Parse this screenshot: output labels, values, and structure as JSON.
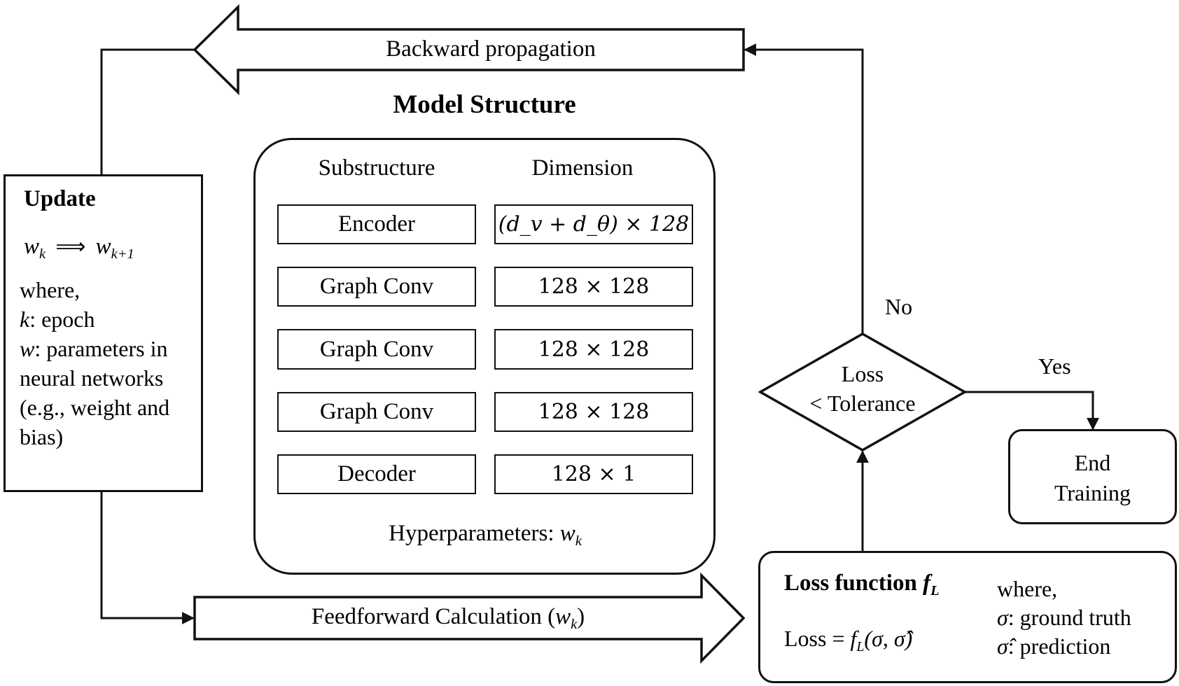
{
  "backward": {
    "label": "Backward propagation"
  },
  "model": {
    "title": "Model Structure",
    "header_sub": "Substructure",
    "header_dim": "Dimension",
    "layers": [
      {
        "name": "Encoder",
        "dim": "(d_v + d_θ) × 128"
      },
      {
        "name": "Graph Conv",
        "dim": "128 × 128"
      },
      {
        "name": "Graph Conv",
        "dim": "128 × 128"
      },
      {
        "name": "Graph Conv",
        "dim": "128 × 128"
      },
      {
        "name": "Decoder",
        "dim": "128 × 1"
      }
    ],
    "hyper_prefix": "Hyperparameters: ",
    "hyper_var": "w",
    "hyper_sub": "k"
  },
  "update": {
    "title": "Update",
    "rule_left": "w",
    "rule_left_sub": "k",
    "rule_arrow": "⟹",
    "rule_right": "w",
    "rule_right_sub": "k+1",
    "where": "where,",
    "k_var": "k",
    "k_desc": ": epoch",
    "w_var": "w",
    "w_desc": ": parameters in",
    "w_lines": [
      "neural networks",
      "(e.g., weight and",
      "bias)"
    ]
  },
  "feedforward": {
    "label_prefix": "Feedforward Calculation (",
    "var": "w",
    "sub": "k",
    "label_suffix": ")"
  },
  "decision": {
    "line1": "Loss",
    "line2": "< Tolerance",
    "no": "No",
    "yes": "Yes"
  },
  "end": {
    "line1": "End",
    "line2": "Training"
  },
  "loss": {
    "title_prefix": "Loss function ",
    "title_var": "f",
    "title_sub": "L",
    "eq_prefix": "Loss = ",
    "eq_f": "f",
    "eq_sub": "L",
    "eq_args": "(σ, σ̂)",
    "where": "where,",
    "gt_var": "σ",
    "gt_desc": ": ground truth",
    "pred_var": "σ̂",
    "pred_desc": ": prediction"
  },
  "colors": {
    "line": "#111111",
    "background": "#ffffff"
  }
}
